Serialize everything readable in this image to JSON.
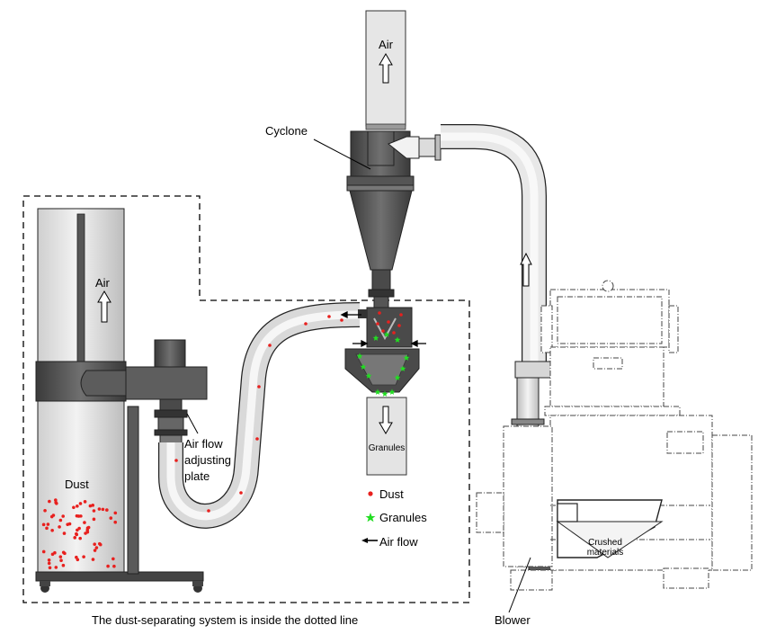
{
  "labels": {
    "air_top": "Air",
    "air_left": "Air",
    "cyclone": "Cyclone",
    "dust": "Dust",
    "air_flow_adjusting_plate": [
      "Air flow",
      "adjusting",
      "plate"
    ],
    "granules_box": "Granules",
    "crushed_materials": [
      "Crushed",
      "materials"
    ],
    "blower": "Blower",
    "caption": "The dust-separating system is inside the dotted line"
  },
  "legend": [
    {
      "label": "Dust",
      "marker": "dot-icon",
      "color": "#e8201e"
    },
    {
      "label": "Granules",
      "marker": "star-icon",
      "color": "#22dd22"
    },
    {
      "label": "Air flow",
      "marker": "arrow-left-icon",
      "color": "#000000"
    }
  ],
  "colors": {
    "dust": "#e8201e",
    "granules": "#22dd22",
    "metal_dark": "#4f4f4f",
    "metal_light": "#e4e4e4",
    "duct": "#d8d8d8"
  }
}
